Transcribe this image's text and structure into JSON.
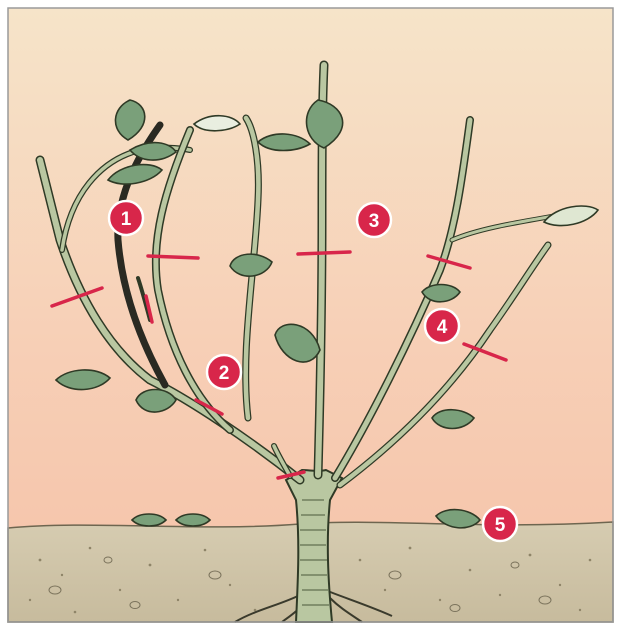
{
  "diagram": {
    "markers": [
      {
        "id": "1",
        "label": "1"
      },
      {
        "id": "2",
        "label": "2"
      },
      {
        "id": "3",
        "label": "3"
      },
      {
        "id": "4",
        "label": "4"
      },
      {
        "id": "5",
        "label": "5"
      }
    ],
    "colors": {
      "background_top": "#f7e3c8",
      "background_bottom": "#f8c9b2",
      "soil": "#cfc4a8",
      "soil_dots": "#8e8468",
      "stem_fill": "#b9c7a1",
      "stem_outline": "#2f3a26",
      "dead_cane": "#2a2a22",
      "leaf": "#7aa07a",
      "leaf_dark": "#3f6b4a",
      "cut_mark": "#d8264a",
      "badge": "#d8264a",
      "badge_text": "#ffffff",
      "frame": "#9a9a9a"
    }
  }
}
